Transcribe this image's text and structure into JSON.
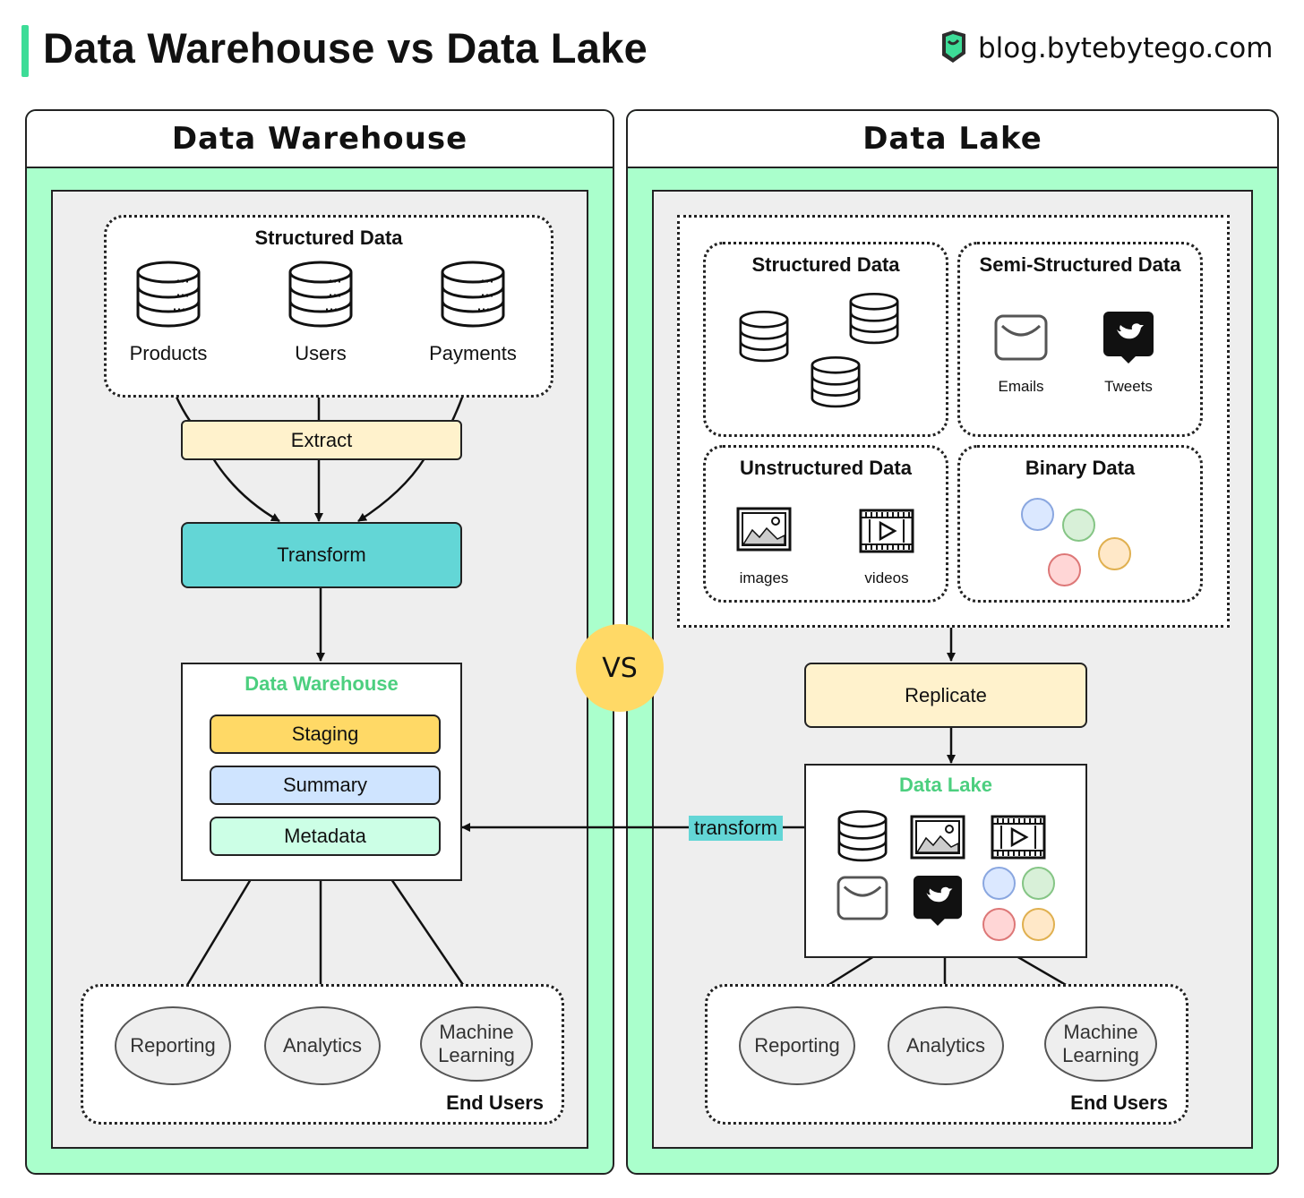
{
  "title": "Data Warehouse vs Data Lake",
  "brand": {
    "text": "blog.bytebytego.com",
    "icon": "bytebytego-logo-icon"
  },
  "vs_label": "VS",
  "colors": {
    "accent": "#3ddc97",
    "panel_bg": "#aaffcc",
    "inner_bg": "#eeeeee",
    "extract": "#fff2cc",
    "transform": "#63d6d6",
    "staging": "#ffd966",
    "summary": "#cfe4ff",
    "metadata": "#ccffe6",
    "green_title": "#4ccf7f",
    "vs_circle": "#ffd966",
    "transform_tag": "#63d6d6"
  },
  "warehouse": {
    "heading": "Data Warehouse",
    "structured": {
      "title": "Structured Data",
      "sources": [
        {
          "label": "Products",
          "icon": "database-icon"
        },
        {
          "label": "Users",
          "icon": "database-icon"
        },
        {
          "label": "Payments",
          "icon": "database-icon"
        }
      ]
    },
    "extract": "Extract",
    "transform": "Transform",
    "store": {
      "title": "Data Warehouse",
      "layers": [
        "Staging",
        "Summary",
        "Metadata"
      ]
    },
    "end_users": {
      "title": "End Users",
      "items": [
        "Reporting",
        "Analytics",
        "Machine Learning"
      ]
    }
  },
  "lake": {
    "heading": "Data Lake",
    "sources": {
      "structured": {
        "title": "Structured Data",
        "icon": "database-icon"
      },
      "semi": {
        "title": "Semi-Structured Data",
        "items": [
          {
            "label": "Emails",
            "icon": "email-icon"
          },
          {
            "label": "Tweets",
            "icon": "tweet-icon"
          }
        ]
      },
      "unstructured": {
        "title": "Unstructured Data",
        "items": [
          {
            "label": "images",
            "icon": "image-icon"
          },
          {
            "label": "videos",
            "icon": "video-icon"
          }
        ]
      },
      "binary": {
        "title": "Binary Data",
        "icon": "binary-blob-icon"
      }
    },
    "replicate": "Replicate",
    "store": {
      "title": "Data Lake"
    },
    "transform_tag": "transform",
    "end_users": {
      "title": "End Users",
      "items": [
        "Reporting",
        "Analytics",
        "Machine Learning"
      ]
    }
  }
}
